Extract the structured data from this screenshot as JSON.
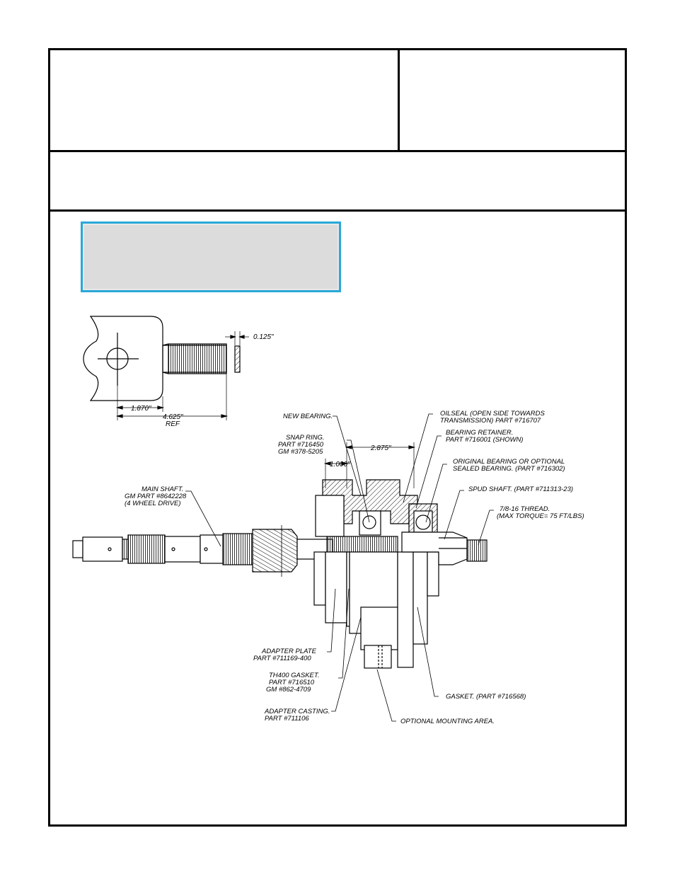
{
  "detail_dims": {
    "thickness": "0.125\"",
    "offset": "1.870\"",
    "length": "4.625\"",
    "length_ref": "REF"
  },
  "assembly_dims": {
    "d1": "2.875\"",
    "d2": "1.000\""
  },
  "callouts": {
    "new_bearing": "NEW BEARING.",
    "snap_ring_1": "SNAP RING.",
    "snap_ring_2": "PART #716450",
    "snap_ring_3": "GM #378-5205",
    "oilseal_1": "OILSEAL (OPEN SIDE TOWARDS",
    "oilseal_2": "TRANSMISSION) PART #716707",
    "retainer_1": "BEARING RETAINER.",
    "retainer_2": "PART #716001 (SHOWN)",
    "orig_bearing_1": "ORIGINAL BEARING OR OPTIONAL",
    "orig_bearing_2": "SEALED BEARING. (PART #716302)",
    "spud_shaft": "SPUD SHAFT. (PART #711313-23)",
    "thread_1": "7/8-16 THREAD.",
    "thread_2": "(MAX TORQUE= 75 FT/LBS)",
    "main_shaft_1": "MAIN SHAFT.",
    "main_shaft_2": "GM PART #8642228",
    "main_shaft_3": "(4 WHEEL DRIVE)",
    "adapter_plate_1": "ADAPTER PLATE",
    "adapter_plate_2": "PART #711169-400",
    "gasket_th400_1": "TH400 GASKET.",
    "gasket_th400_2": "PART #716510",
    "gasket_th400_3": "GM #862-4709",
    "adapter_casting_1": "ADAPTER CASTING.",
    "adapter_casting_2": "PART #711106",
    "gasket": "GASKET. (PART #716568)",
    "mounting": "OPTIONAL MOUNTING AREA."
  },
  "colors": {
    "note_fill": "#dcdcdc",
    "note_border": "#29a8d8",
    "ink": "#000000"
  }
}
